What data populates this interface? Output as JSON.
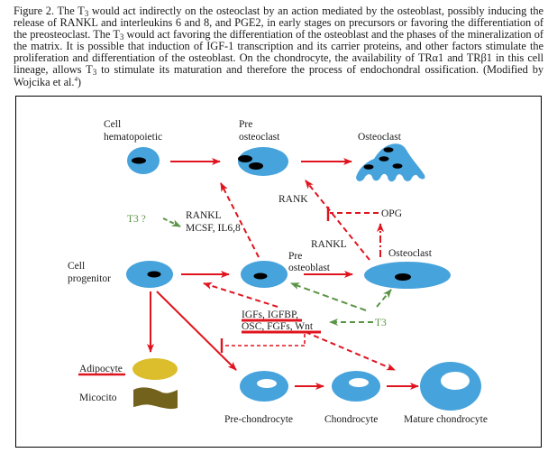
{
  "caption": {
    "prefix": "Figure 2. The T",
    "line_segments": [
      "Figure 2. The T",
      "3",
      " would act indirectly on the osteoclast by an action mediated by the osteoblast, possibly inducing the release of RANKL and interleukins 6 and 8, and PGE2, in early stages on precursors or favoring the differentiation of the preosteoclast. The T",
      "3",
      " would act favoring the differentiation of the osteoblast and the phases of the mineralization of the matrix. It is possible that induction of IGF-1 transcription and its carrier proteins, and other factors stimulate the proliferation and differentiation of the osteoblast. On the chondrocyte, the availability of TRα1 and TRβ1 in this cell lineage, allows T",
      "3",
      " to stimulate its maturation and therefore the process of endochondral ossification. (Modified by Wojcika et al.",
      "4",
      ")"
    ]
  },
  "diagram": {
    "cells": {
      "hematopoietic": {
        "label_line1": "Cell",
        "label_line2": "hematopoietic"
      },
      "pre_osteoclast": {
        "label_line1": "Pre",
        "label_line2": "osteoclast"
      },
      "osteoclast_top": {
        "label": "Osteoclast"
      },
      "progenitor": {
        "label_line1": "Cell",
        "label_line2": "progenitor"
      },
      "pre_osteoblast": {
        "label_line1": "Pre",
        "label_line2": "osteoblast"
      },
      "osteoclast_right": {
        "label": "Osteoclast"
      },
      "adipocyte": {
        "label": "Adipocyte"
      },
      "micocito": {
        "label": "Micocito"
      },
      "pre_chondrocyte": {
        "label": "Pre-chondrocyte"
      },
      "chondrocyte": {
        "label": "Chondrocyte"
      },
      "mature_chondrocyte": {
        "label": "Mature chondrocyte"
      }
    },
    "factors": {
      "rank": "RANK",
      "opg": "OPG",
      "rankl_right": "RANKL",
      "rankl_left": "RANKL",
      "mcsf": "MCSF, IL6,8",
      "t3_question": "T3 ?",
      "t3": "T3",
      "igfs_line1": "IGFs, IGFBP,",
      "igfs_line2": "OSC, FGFs, Wnt"
    },
    "colors": {
      "cell_blue": "#47a3dc",
      "arrow_red": "#e0141e",
      "arrow_green": "#5a9445",
      "adipocyte_yellow": "#dcbe2c",
      "micocito_olive": "#73621c",
      "nucleus": "#000000"
    }
  }
}
